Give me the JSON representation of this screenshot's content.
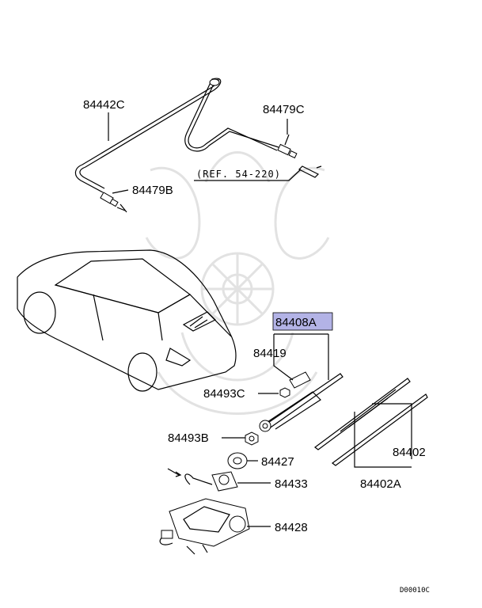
{
  "diagram": {
    "labels": {
      "p84442C": "84442C",
      "p84479C": "84479C",
      "ref": "(REF. 54-220)",
      "p84479B": "84479B",
      "p84408A": "84408A",
      "p84419": "84419",
      "p84493C": "84493C",
      "p84493B": "84493B",
      "p84427": "84427",
      "p84433": "84433",
      "p84428": "84428",
      "p84402": "84402",
      "p84402A": "84402A"
    },
    "doc_code": "D00010C",
    "colors": {
      "highlight": "#b3b3e6",
      "line": "#000000",
      "watermark": "#e2e2e2"
    }
  }
}
